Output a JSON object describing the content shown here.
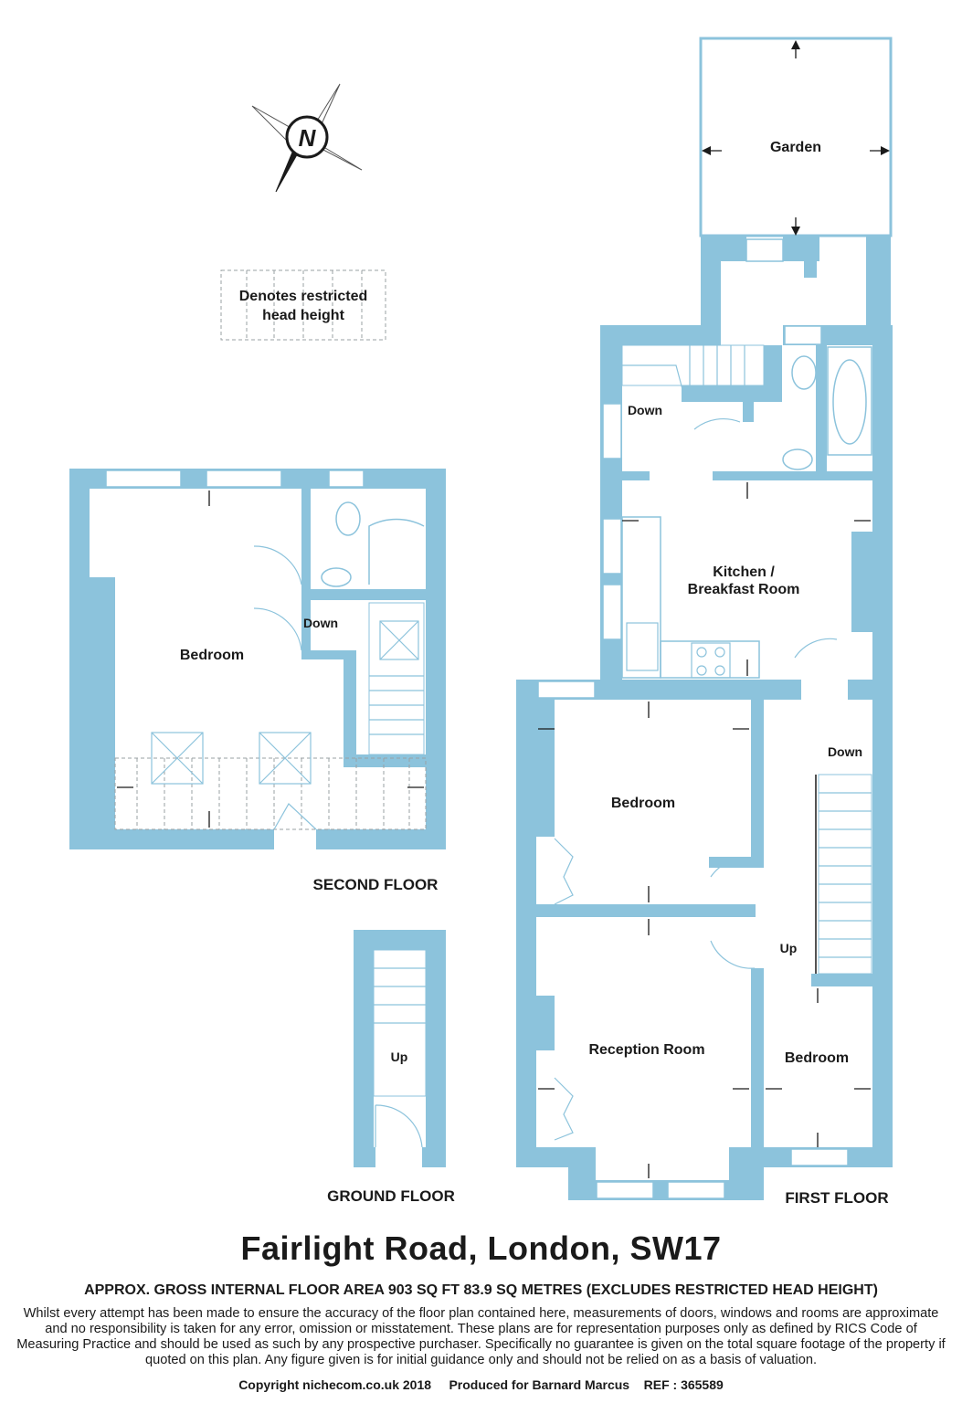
{
  "compass": {
    "letter": "N"
  },
  "legend": {
    "line1": "Denotes restricted",
    "line2": "head height"
  },
  "rooms": {
    "garden": "Garden",
    "kitchen_line1": "Kitchen /",
    "kitchen_line2": "Breakfast Room",
    "bedroom_second": "Bedroom",
    "bedroom_first_front": "Bedroom",
    "reception": "Reception Room",
    "bedroom_first_small": "Bedroom"
  },
  "stairs": {
    "down_first_rear": "Down",
    "down_second": "Down",
    "down_first_landing": "Down",
    "up_first": "Up",
    "up_ground": "Up"
  },
  "floors": {
    "second": "SECOND FLOOR",
    "ground": "GROUND FLOOR",
    "first": "FIRST FLOOR"
  },
  "footer": {
    "title": "Fairlight Road, London, SW17",
    "area": "APPROX. GROSS INTERNAL FLOOR AREA 903 SQ FT 83.9 SQ METRES (EXCLUDES RESTRICTED HEAD HEIGHT)",
    "disclaimer": "Whilst every attempt has been made to ensure the accuracy of the floor plan contained here, measurements of doors, windows and rooms are approximate and no responsibility is taken for any error, omission or misstatement. These plans are for representation purposes only as defined by RICS Code of Measuring Practice and should be used as such by any prospective purchaser. Specifically no guarantee is given on the total square footage of the property if quoted on this plan. Any figure given is for initial guidance only and should not be relied on as a basis of valuation.",
    "copyright": "Copyright nichecom.co.uk 2018     Produced for Barnard Marcus    REF : 365589"
  },
  "colors": {
    "wall": "#8cc3dc",
    "text": "#1a1a1a"
  }
}
